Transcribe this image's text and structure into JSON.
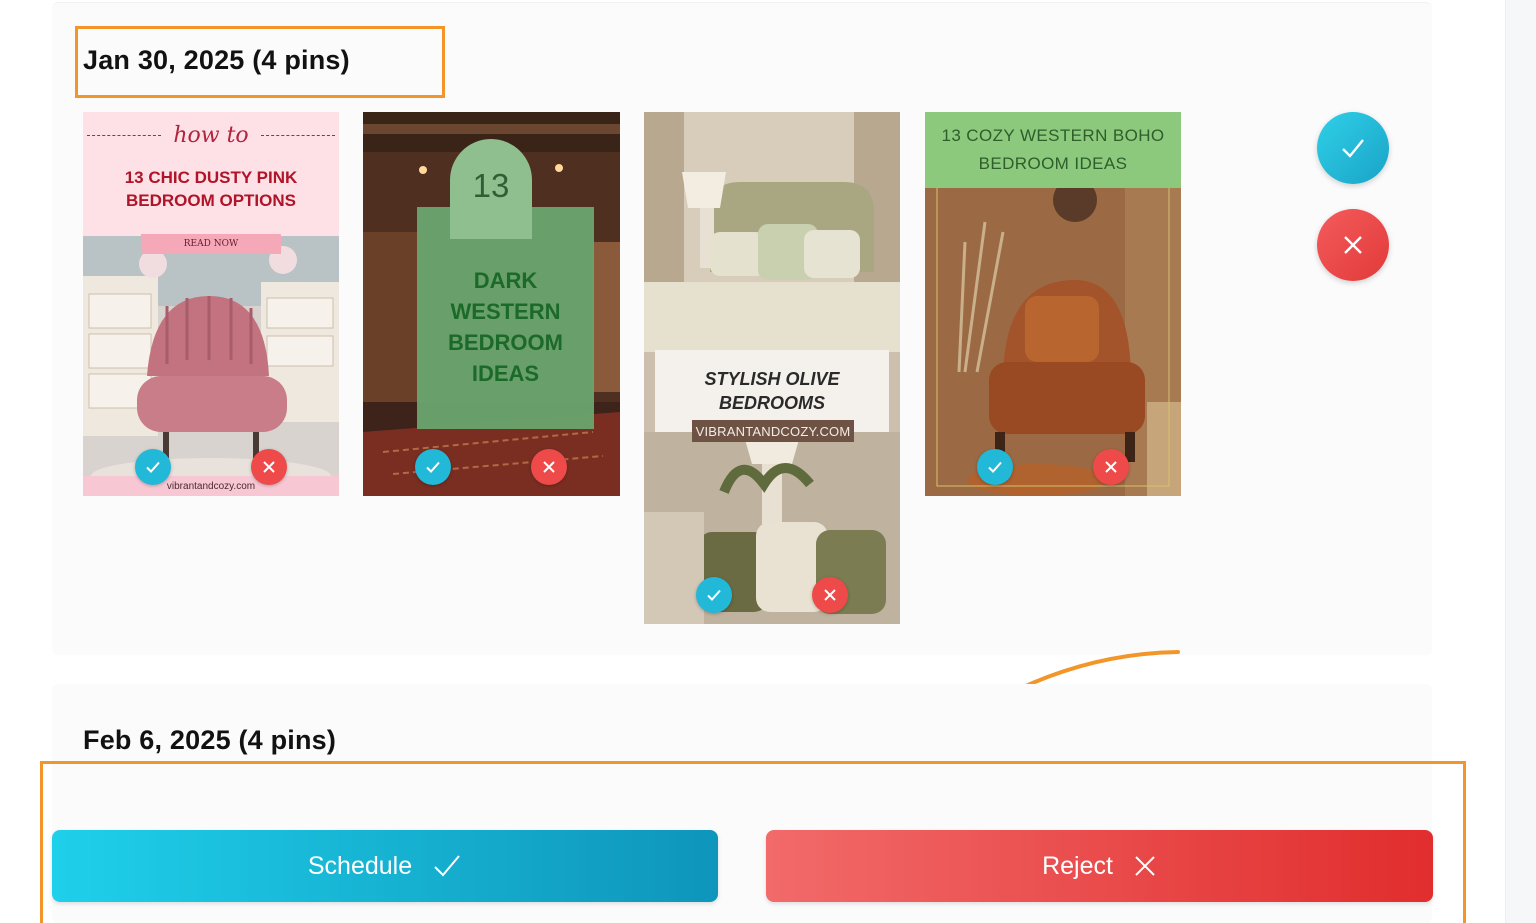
{
  "groups": [
    {
      "heading": "Jan 30, 2025 (4 pins)"
    },
    {
      "heading": "Feb 6, 2025 (4 pins)"
    }
  ],
  "pins": [
    {
      "script": "how to",
      "title": "13 CHIC DUSTY PINK BEDROOM OPTIONS",
      "cta": "READ NOW",
      "site": "vibrantandcozy.com"
    },
    {
      "number": "13",
      "title": "DARK WESTERN BEDROOM IDEAS"
    },
    {
      "title": "STYLISH OLIVE BEDROOMS",
      "site": "VIBRANTANDCOZY.COM"
    },
    {
      "title": "13 COZY WESTERN BOHO BEDROOM IDEAS"
    }
  ],
  "actions": {
    "schedule_label": "Schedule",
    "reject_label": "Reject"
  },
  "colors": {
    "highlight": "#f2962a",
    "approve": "#22b8d8",
    "reject": "#ee4a4a"
  },
  "icons": {
    "approve": "checkmark-icon",
    "reject": "close-icon"
  }
}
